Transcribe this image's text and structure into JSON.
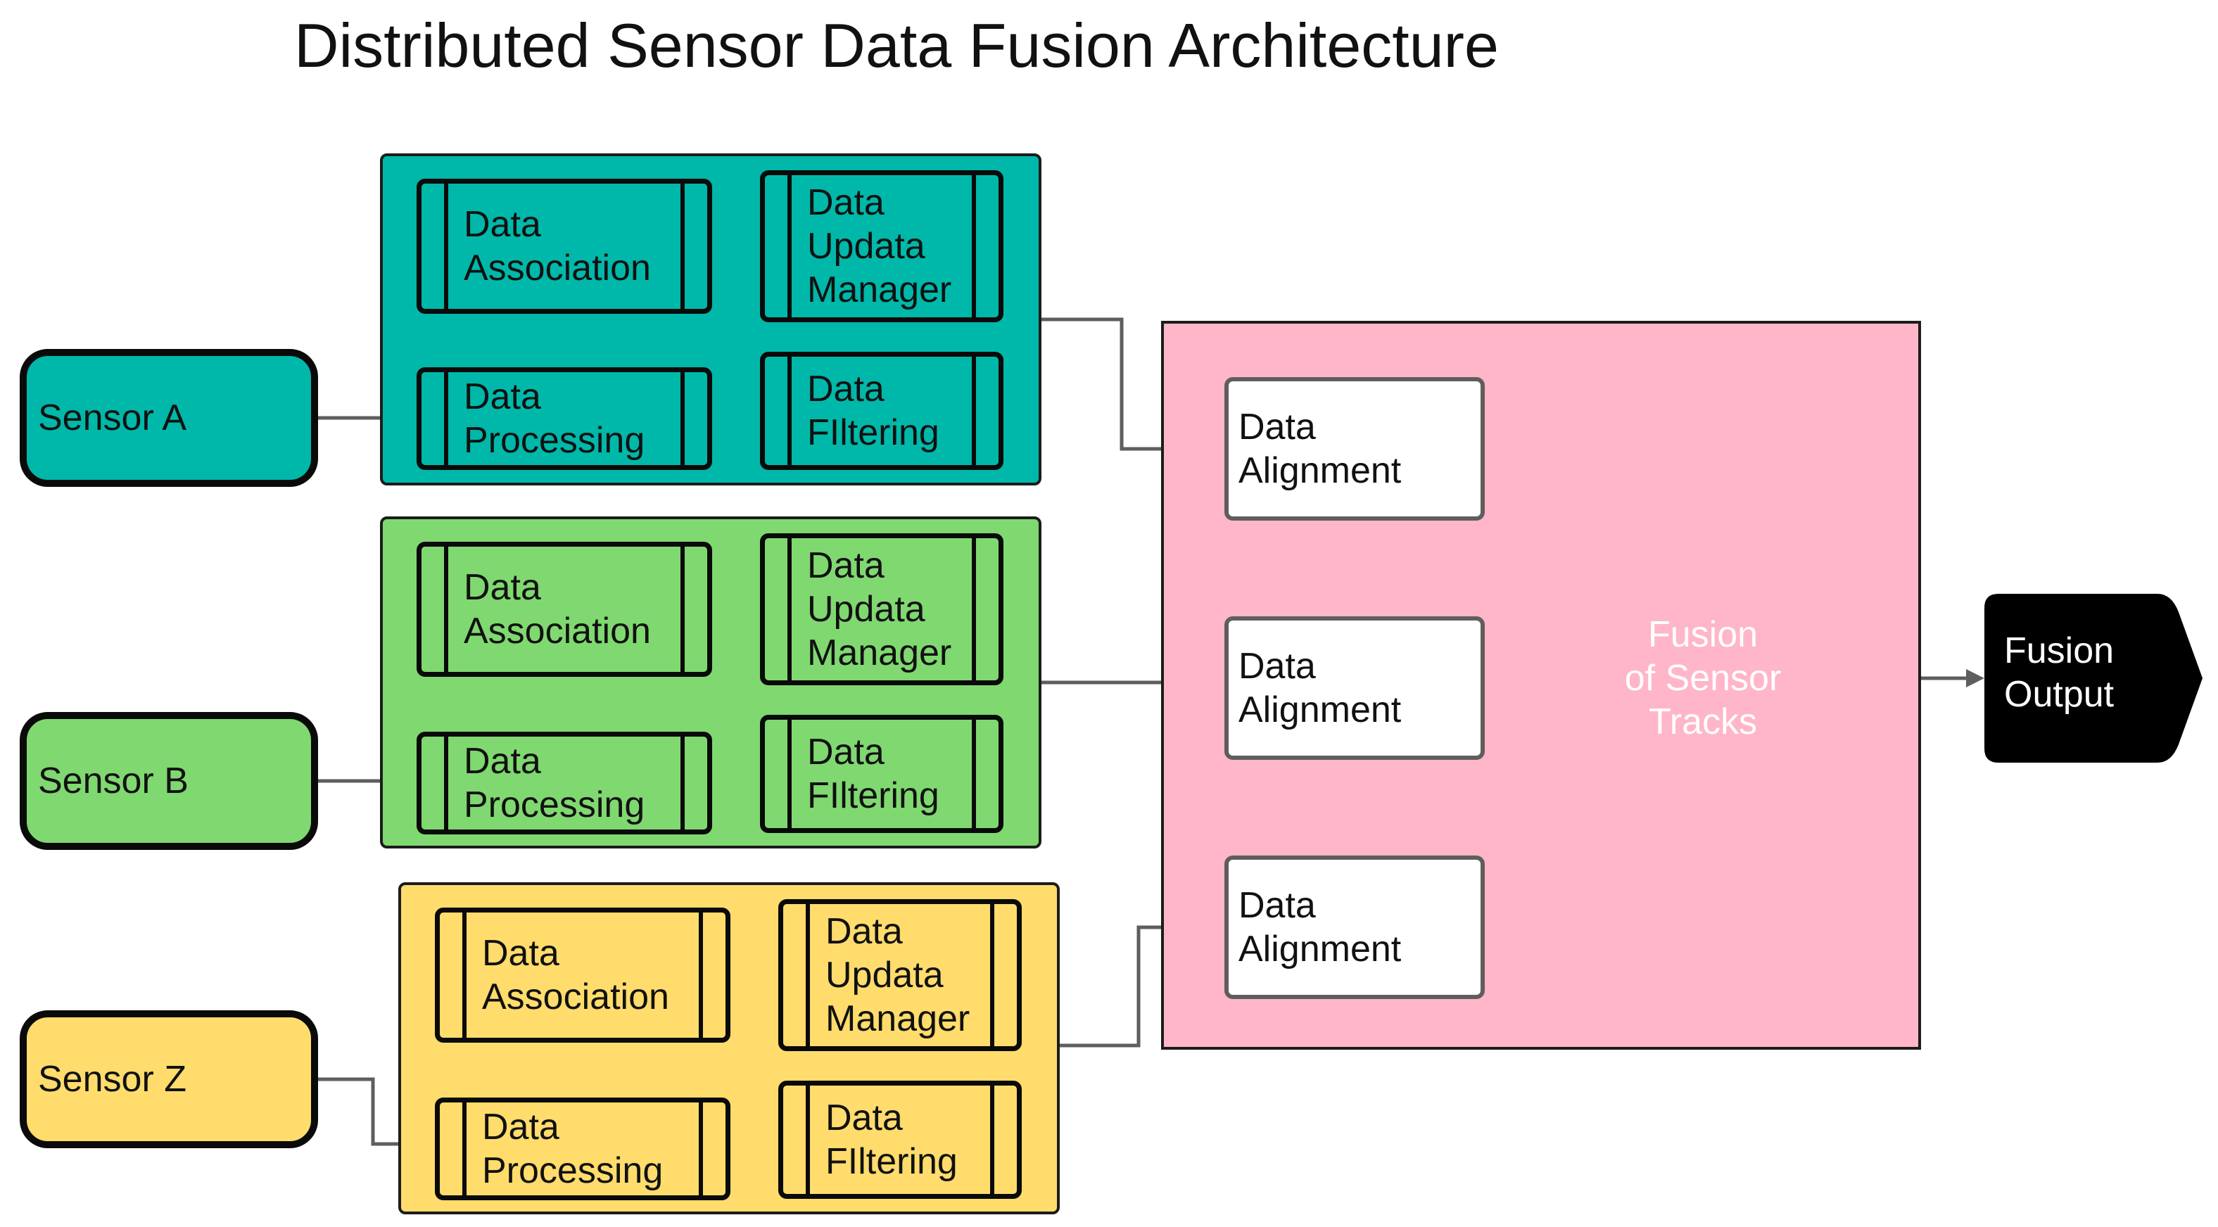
{
  "title": "Distributed Sensor Data Fusion Architecture",
  "colors": {
    "group_a": "#00b8a9",
    "group_b": "#80d870",
    "group_z": "#ffdc6c",
    "fusion_panel": "#ffb6c8",
    "diamond": "#003399",
    "output": "#000000",
    "arrow": "#5e5e5e"
  },
  "sensors": {
    "a": "Sensor A",
    "b": "Sensor B",
    "z": "Sensor Z"
  },
  "groups": {
    "a": {
      "association": "Data\nAssociation",
      "update": "Data\nUpdata\nManager",
      "processing": "Data\nProcessing",
      "filtering": "Data\nFIltering"
    },
    "b": {
      "association": "Data\nAssociation",
      "update": "Data\nUpdata\nManager",
      "processing": "Data\nProcessing",
      "filtering": "Data\nFIltering"
    },
    "z": {
      "association": "Data\nAssociation",
      "update": "Data\nUpdata\nManager",
      "processing": "Data\nProcessing",
      "filtering": "Data\nFIltering"
    }
  },
  "alignment": [
    "Data\nAlignment",
    "Data\nAlignment",
    "Data\nAlignment"
  ],
  "fusion": "Fusion\nof Sensor\nTracks",
  "output": "Fusion\nOutput"
}
